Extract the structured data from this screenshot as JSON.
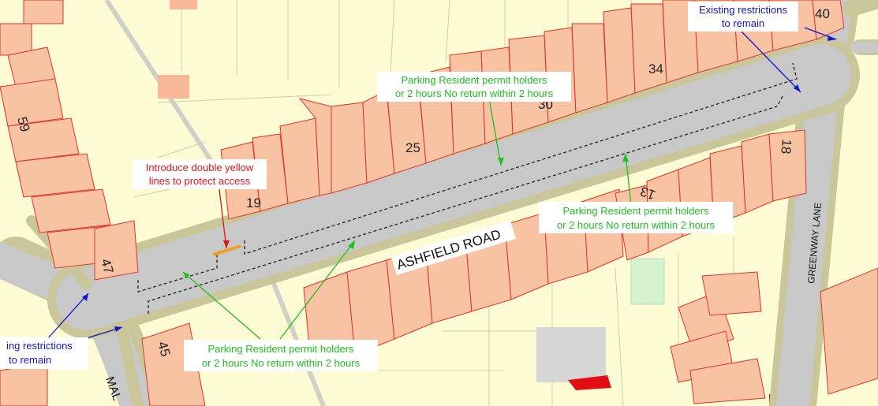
{
  "map": {
    "road_labels": {
      "ashfield": "ASHFIELD ROAD",
      "greenway": "GREENWAY LANE",
      "mal": "MAL"
    },
    "house_numbers": [
      "59",
      "47",
      "19",
      "25",
      "30",
      "34",
      "40",
      "45",
      "13",
      "18"
    ],
    "annotations": {
      "existing_top": [
        "Existing restrictions",
        "to remain"
      ],
      "existing_left": [
        "ing restrictions",
        "to remain"
      ],
      "permit_top": [
        "Parking Resident permit holders",
        "or 2 hours No return within 2 hours"
      ],
      "permit_right": [
        "Parking Resident permit holders",
        "or 2 hours No return within 2 hours"
      ],
      "permit_bottom": [
        "Parking Resident permit holders",
        "or 2 hours No return within 2 hours"
      ],
      "yellow_lines": [
        "Introduce double yellow",
        "lines to protect access"
      ]
    },
    "colors": {
      "background": "#fdfbd3",
      "building": "#f7c3a3",
      "building_outline": "#e2332a",
      "road": "#c8c8c8",
      "road_verge": "#c9c79a",
      "permit_label": "#1fbf1f",
      "existing_label": "#1414d2",
      "proposal_label": "#e0161b",
      "double_yellow": "#f0a020"
    }
  }
}
